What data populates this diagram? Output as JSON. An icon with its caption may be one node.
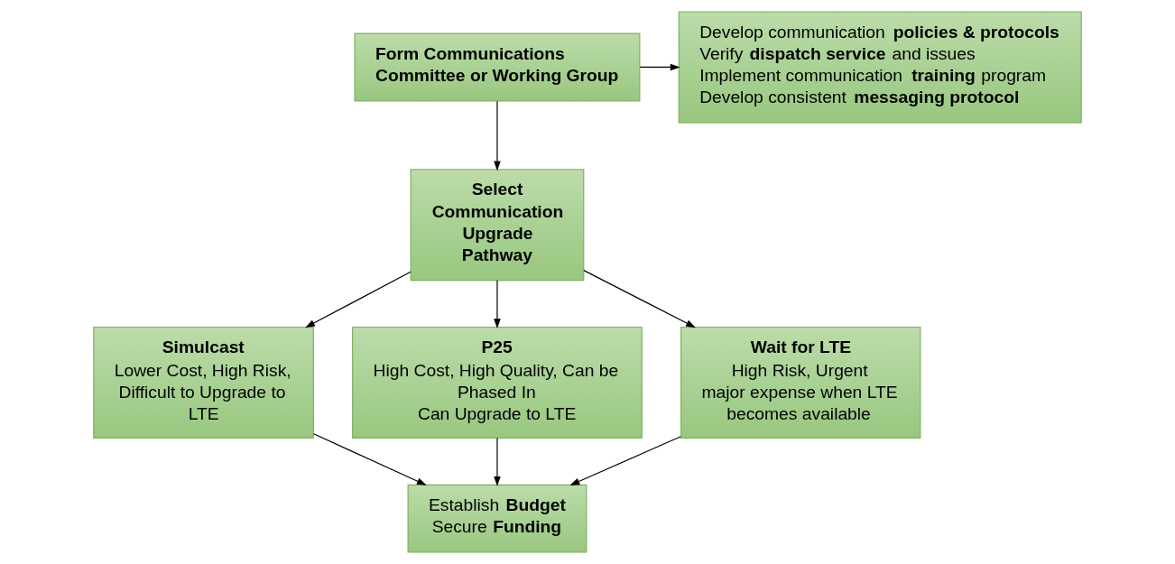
{
  "diagram": {
    "nodes": [
      {
        "text": [
          "Form Communications Committee or Working Group"
        ]
      },
      {
        "text": [
          "Develop communication **policies & protocols**",
          "Verify **dispatch service** and issues",
          "Implement communication **training** program",
          "Develop consistent **messaging protocol**"
        ]
      },
      {
        "text": [
          "Select Communication Upgrade Pathway"
        ]
      },
      {
        "text": [
          "Simulcast",
          "Lower Cost, High Risk, Difficult to Upgrade to LTE"
        ]
      },
      {
        "text": [
          "P25",
          "High Cost, High Quality, Can be Phased In",
          "Can Upgrade to LTE"
        ]
      },
      {
        "text": [
          "Wait for LTE",
          "High Risk, Urgent major expense when LTE becomes available"
        ]
      },
      {
        "text": [
          "Establish **Budget**",
          "Secure **Funding**"
        ]
      }
    ],
    "edges": [
      {
        "from": 0,
        "to": 1,
        "arrow": "to"
      },
      {
        "from": 0,
        "to": 2,
        "arrow": "to"
      },
      {
        "from": 2,
        "to": 3,
        "arrow": "to"
      },
      {
        "from": 2,
        "to": 4,
        "arrow": "to"
      },
      {
        "from": 2,
        "to": 5,
        "arrow": "to"
      },
      {
        "from": 3,
        "to": 6,
        "arrow": "to"
      },
      {
        "from": 4,
        "to": 6,
        "arrow": "to"
      },
      {
        "from": 5,
        "to": 6,
        "arrow": "to"
      }
    ]
  }
}
